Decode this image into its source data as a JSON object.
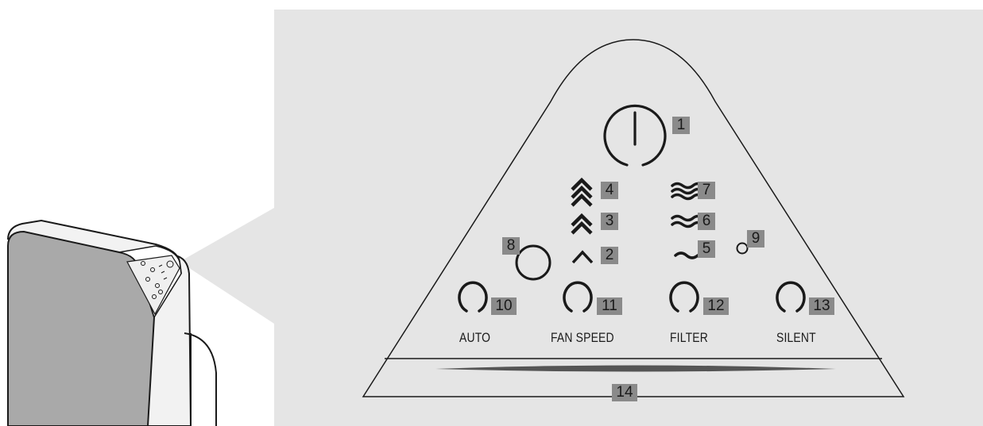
{
  "callouts": {
    "n1": "1",
    "n2": "2",
    "n3": "3",
    "n4": "4",
    "n5": "5",
    "n6": "6",
    "n7": "7",
    "n8": "8",
    "n9": "9",
    "n10": "10",
    "n11": "11",
    "n12": "12",
    "n13": "13",
    "n14": "14"
  },
  "buttons": {
    "auto": "AUTO",
    "fan_speed": "FAN SPEED",
    "filter": "FILTER",
    "silent": "SILENT"
  },
  "colors": {
    "panel_background": "#e5e5e5",
    "callout_box": "#8a8a8a",
    "line": "#1a1a1a",
    "device_front": "#a9a9a9"
  },
  "icons": [
    "power-icon",
    "fan-speed-4-chevron-icon",
    "fan-speed-3-chevron-icon",
    "fan-speed-2-chevron-icon",
    "wave-level-7-icon",
    "wave-level-6-icon",
    "wave-level-5-icon",
    "indicator-ring-icon",
    "indicator-led-icon"
  ]
}
